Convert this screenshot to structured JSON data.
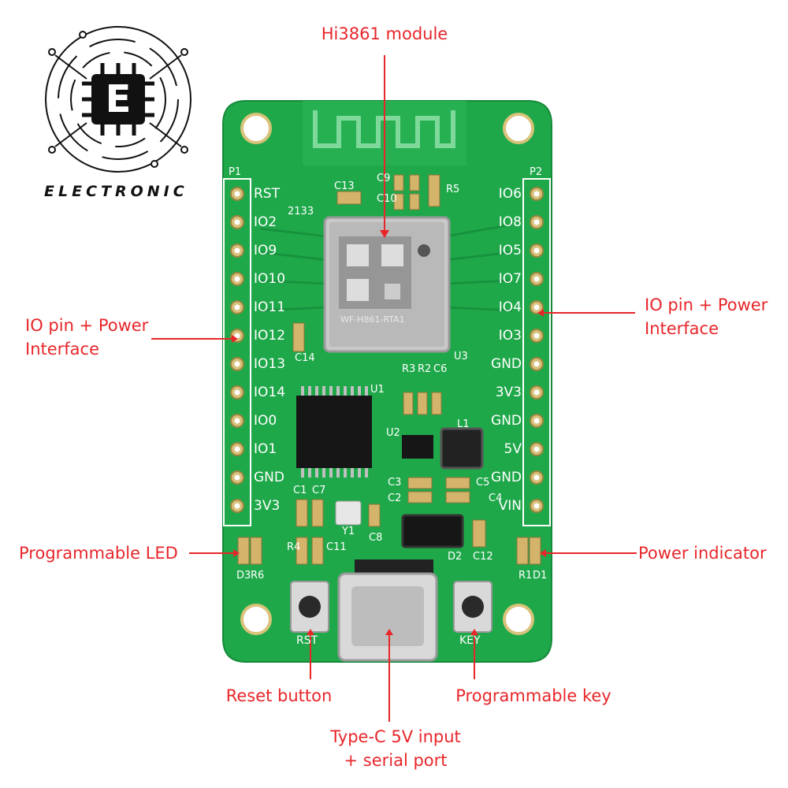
{
  "logo": {
    "icon": "chip-e-logo-icon",
    "letter": "E",
    "brand": "ELECTRONIC"
  },
  "labels": {
    "hi3861": "Hi3861 module",
    "io_left_line1": "IO pin + Power",
    "io_left_line2": "Interface",
    "io_right_line1": "IO pin + Power",
    "io_right_line2": "Interface",
    "prog_led": "Programmable LED",
    "power_indicator": "Power indicator",
    "reset_button": "Reset button",
    "prog_key": "Programmable key",
    "typec_line1": "Type-C 5V input",
    "typec_line2": "+ serial port"
  },
  "board": {
    "header_left": "P1",
    "header_right": "P2",
    "pins_left": [
      "RST",
      "IO2",
      "IO9",
      "IO10",
      "IO11",
      "IO12",
      "IO13",
      "IO14",
      "IO0",
      "IO1",
      "GND",
      "3V3"
    ],
    "pins_right": [
      "IO6",
      "IO8",
      "IO5",
      "IO7",
      "IO4",
      "IO3",
      "GND",
      "3V3",
      "GND",
      "5V",
      "GND",
      "VIN"
    ],
    "module_text": "WF-H861-RTA1",
    "silk_rst": "RST",
    "silk_key": "KEY",
    "silk_marks": [
      "C13",
      "C9",
      "C10",
      "R5",
      "2133",
      "C14",
      "U3",
      "U1",
      "R3",
      "R2",
      "C6",
      "U2",
      "L1",
      "C3",
      "C2",
      "C5",
      "C4",
      "C1",
      "C7",
      "R4",
      "C11",
      "Y1",
      "C8",
      "D2",
      "C12",
      "D3",
      "R6",
      "R1",
      "D1"
    ]
  },
  "colors": {
    "pcb": "#1fa84a",
    "pcb_dark": "#168a3a",
    "label": "#e8262a",
    "gold": "#c9a44a"
  }
}
